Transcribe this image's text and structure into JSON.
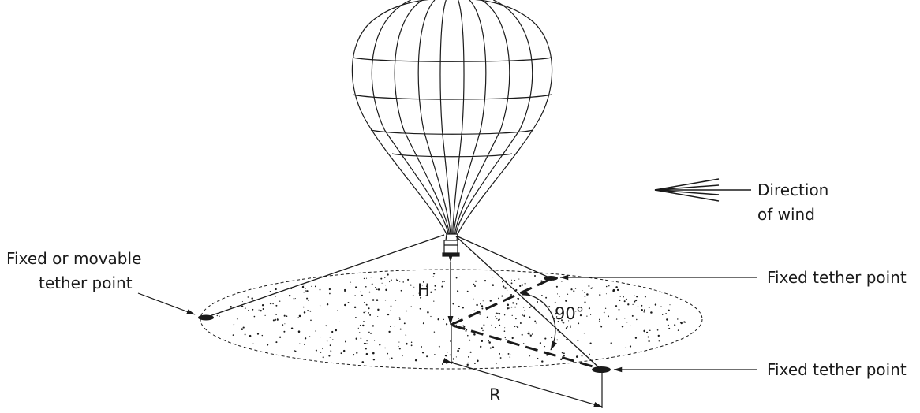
{
  "labels": {
    "wind_line1": "Direction",
    "wind_line2": "of wind",
    "left_tether_line1": "Fixed or movable",
    "left_tether_line2": "tether point",
    "right_tether_top": "Fixed tether point",
    "right_tether_bottom": "Fixed tether point",
    "height_symbol": "H",
    "radius_symbol": "R",
    "angle_value": "90°"
  },
  "colors": {
    "ink": "#1a1a1a",
    "background": "#ffffff"
  }
}
